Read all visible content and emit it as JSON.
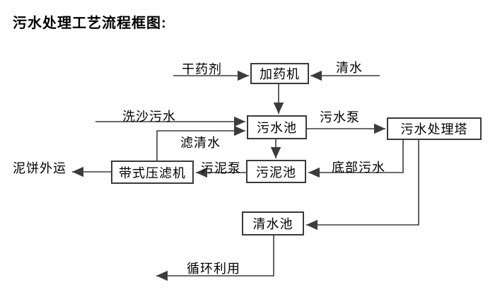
{
  "title": "污水处理工艺流程框图:",
  "colors": {
    "background": "#ffffff",
    "line": "#3c3c3c",
    "box_border": "#3a3a3a",
    "box_fill": "#ffffff",
    "text": "#000000"
  },
  "diagram": {
    "nodes": [
      {
        "id": "dosing-machine",
        "label": "加药机"
      },
      {
        "id": "sewage-pool",
        "label": "污水池"
      },
      {
        "id": "sewage-treatment-tower",
        "label": "污水处理塔"
      },
      {
        "id": "sludge-pool",
        "label": "污泥池"
      },
      {
        "id": "belt-filter-press",
        "label": "带式压滤机"
      },
      {
        "id": "clean-water-pool",
        "label": "清水池"
      }
    ],
    "edge_labels": [
      {
        "id": "dry-chemical",
        "label": "干药剂"
      },
      {
        "id": "clean-water",
        "label": "清水"
      },
      {
        "id": "sand-washing-sewage",
        "label": "洗沙污水"
      },
      {
        "id": "sewage-pump",
        "label": "污水泵"
      },
      {
        "id": "filtered-water",
        "label": "滤清水"
      },
      {
        "id": "sludge-pump",
        "label": "污泥泵"
      },
      {
        "id": "bottom-sewage",
        "label": "底部污水"
      },
      {
        "id": "mud-cake-out",
        "label": "泥饼外运"
      },
      {
        "id": "recycling",
        "label": "循环利用"
      }
    ]
  }
}
